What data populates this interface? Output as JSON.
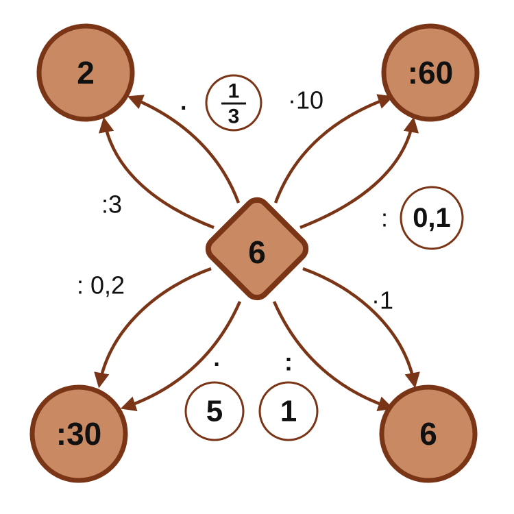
{
  "colors": {
    "node_fill": "#C98A63",
    "node_stroke": "#7A3416",
    "arrow": "#7A3416",
    "text": "#111111"
  },
  "center": {
    "value": "6"
  },
  "nodes": {
    "top_left": "2",
    "top_right": ":60",
    "bottom_left": ":30",
    "bottom_right": "6"
  },
  "operators": {
    "dot_one_third": {
      "dot": "·",
      "numerator": "1",
      "denominator": "3"
    },
    "times_ten": "·10",
    "divide_three": ":3",
    "divide_zero_one": {
      "sign": ":",
      "value": "0,1"
    },
    "divide_zero_two": ": 0,2",
    "times_one": "·1",
    "dot_five": {
      "dot": "·",
      "value": "5"
    },
    "colon_one": {
      "sign": ":",
      "value": "1"
    }
  }
}
